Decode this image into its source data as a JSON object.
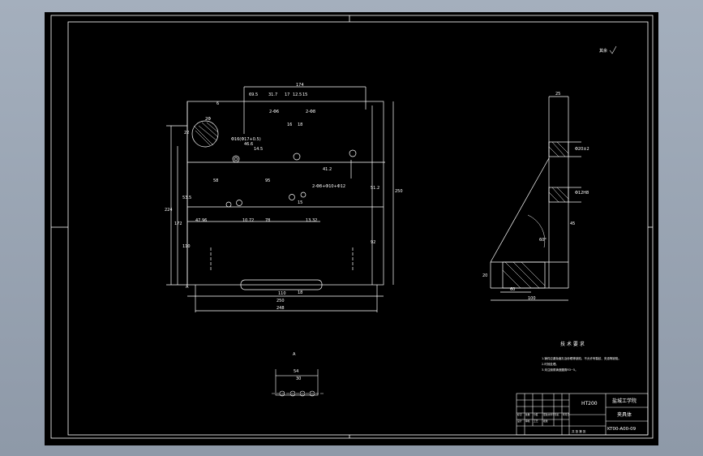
{
  "drawing": {
    "roughness_note": "其余",
    "dims_top": {
      "d1": "174",
      "d2": "69.5",
      "d3": "31.7",
      "d4": "17",
      "d5": "12.5",
      "d6": "15"
    },
    "dims_top_small": {
      "a": "2-Φ6",
      "b": "2-Φ8",
      "c": "6",
      "d": "2Φ",
      "e": "16",
      "f": "18"
    },
    "labels_front": {
      "a": "A",
      "h1": "22",
      "b": "Φ16(Φ17+0.5)",
      "c": "14.5",
      "d": "46.6",
      "e": "58",
      "f": "95",
      "g": "41.2",
      "h": "51.2",
      "i": "2-Φ8+Φ10+Φ12",
      "j": "15",
      "k": "47.96",
      "l": "10.72",
      "m": "78",
      "n": "13.32",
      "v1": "224",
      "v2": "172",
      "v3": "110",
      "v4": "53.5",
      "r1": "250",
      "r2": "92",
      "w1": "110",
      "w2": "250",
      "w3": "248",
      "w4": "18"
    },
    "labels_side": {
      "top": "25",
      "a": "Φ20±2",
      "b": "Φ12H8",
      "c": "45",
      "angle": "60°",
      "d": "20",
      "e": "60",
      "f": "100"
    },
    "detail": {
      "label": "A",
      "d1": "54",
      "d2": "30"
    },
    "tech_title": "技 术 要 求",
    "tech_lines": [
      "1.铸件应避免缩孔及砂眼等缺陷，不允许有裂纹、夹渣等缺陷。",
      "2.时效处理。",
      "3.未注倒角铸造圆角R3~5。"
    ],
    "title_block": {
      "material": "HT200",
      "school": "盐城工学院",
      "part_name": "夹具体",
      "drawing_no": "KT00-A00-09",
      "small_row": "共 张  第 张",
      "cells": [
        "标记",
        "处数",
        "分区",
        "更改文件号",
        "签名",
        "年月日",
        "设计",
        "审核",
        "工艺",
        "批准"
      ]
    }
  },
  "colors": {
    "background": "#000000",
    "line": "#ffffff",
    "frame": "#9ba6b4"
  }
}
